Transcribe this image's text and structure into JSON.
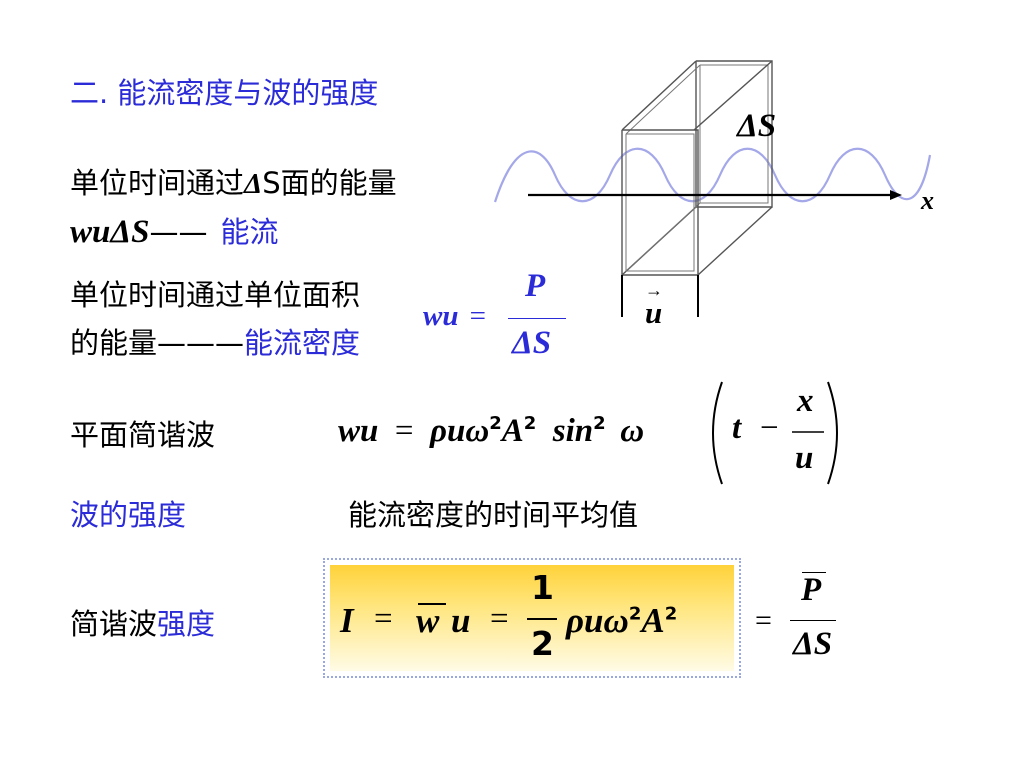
{
  "section_title": "二. 能流密度与波的强度",
  "line_energy_through": "单位时间通过",
  "delta_s_text": "S面的能量",
  "wu_label": "wu",
  "delta_label": "Δ",
  "s_label": "S",
  "dash_long": "——",
  "energy_flow": "能流",
  "unit_area_line1": "单位时间通过单位面积",
  "unit_area_line2": "的能量",
  "dash_longer": "———",
  "energy_flux_density": "能流密度",
  "plane_wave": "平面简谐波",
  "wave_intensity": "波的强度",
  "avg_flux_density": "能流密度的时间平均值",
  "simple_wave": "简谐波",
  "intensity": "强度",
  "formula": {
    "P": "P",
    "wu": "wu",
    "eq": "=",
    "rho_u_omega": "ρuω",
    "A": "A",
    "sin": "sin",
    "omega": "ω",
    "t": "t",
    "minus": "−",
    "x": "x",
    "u": "u",
    "sup2": "2",
    "I": "I",
    "w": "w",
    "one": "1",
    "two": "2"
  },
  "diagram": {
    "delta_s": "ΔS",
    "x_axis": "x",
    "u_vec": "u",
    "arrow": "→"
  },
  "colors": {
    "blue_text": "#2b2bd8",
    "wave": "#a4a8e8",
    "box_gradient_top": "#ffd23a",
    "box_gradient_bottom": "#fffbe6"
  }
}
